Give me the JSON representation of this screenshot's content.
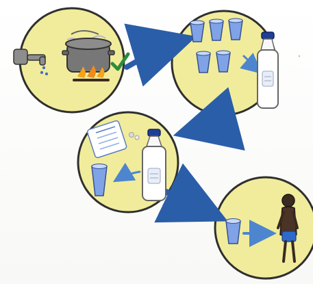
{
  "diagram": {
    "steps": [
      {
        "id": "boil-water",
        "icons": [
          "tap-icon",
          "cooking-pot-icon",
          "fire-icon",
          "check-icon"
        ]
      },
      {
        "id": "store-water",
        "icons": [
          "cup-icon",
          "water-bottle-icon"
        ]
      },
      {
        "id": "prepare-ors",
        "icons": [
          "sachet-icon",
          "water-bottle-icon",
          "cup-icon"
        ]
      },
      {
        "id": "give-drink",
        "icons": [
          "cup-icon",
          "child-icon"
        ]
      }
    ],
    "colors": {
      "circle_fill": "#f1ec9b",
      "circle_stroke": "#2f2f2f",
      "arrow_blue": "#2b5ea8",
      "water_blue": "#7fa3e6",
      "pot_gray": "#777777",
      "check_green": "#2c8c3c",
      "fire_orange": "#f6a21a",
      "skin_brown": "#3a2a20"
    }
  }
}
